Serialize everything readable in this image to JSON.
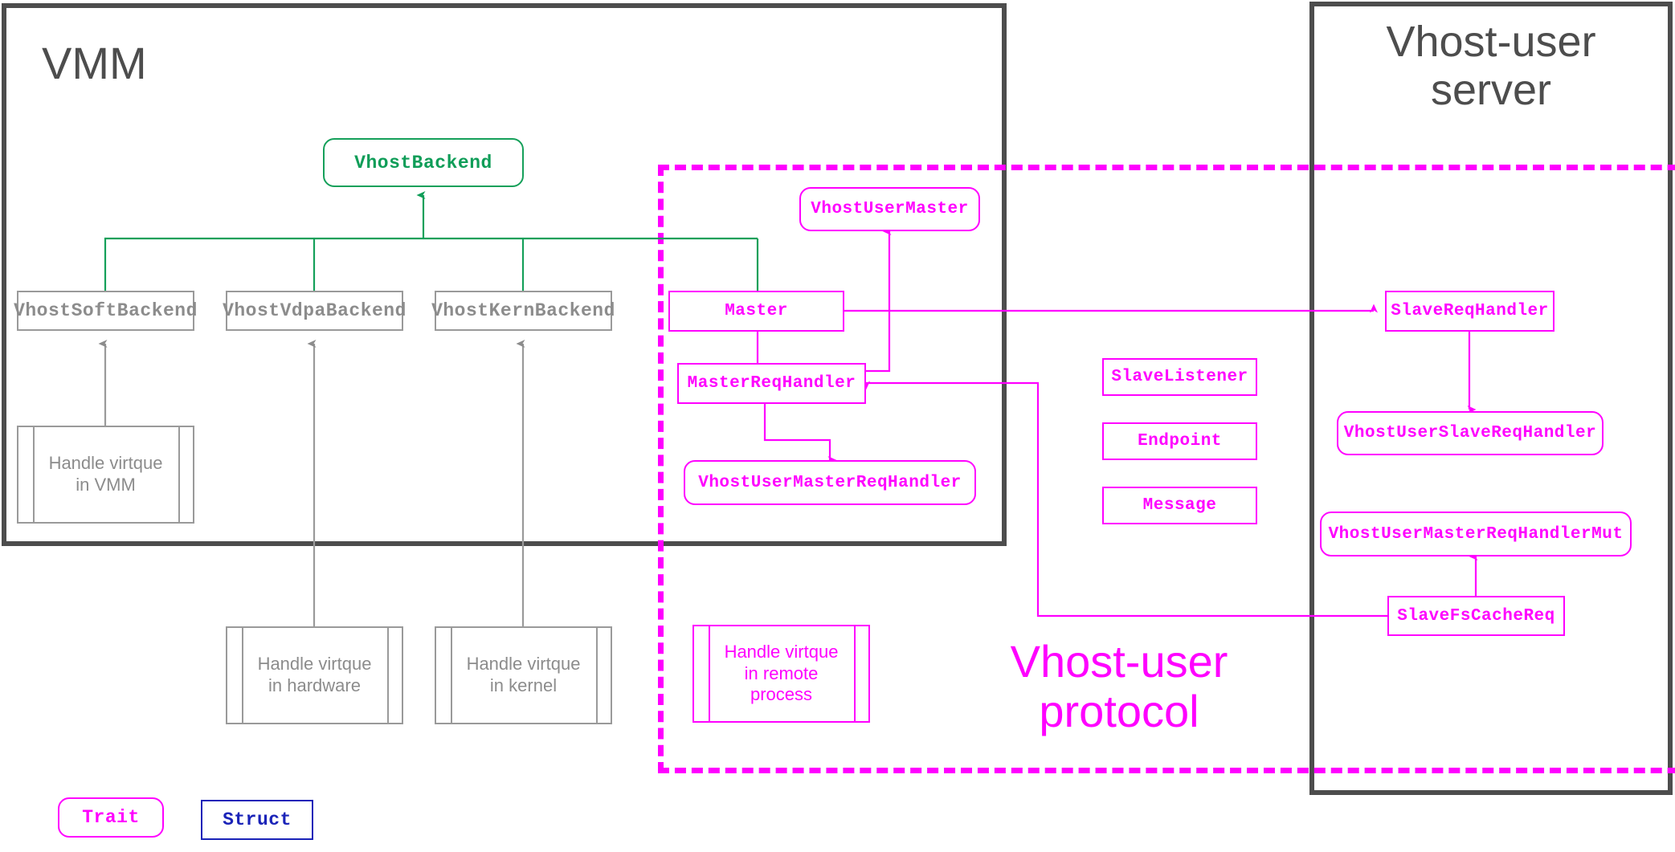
{
  "diagram": {
    "title": "vhost-user architecture (Trait / Struct relationships)",
    "colors": {
      "container_border": "#4d4d4d",
      "container_text": "#4d4d4d",
      "trait_magenta": "#ff00ff",
      "trait_green": "#0f9d58",
      "struct_gray": "#8c8c8c",
      "struct_blue": "#1a23b8",
      "background": "#ffffff"
    }
  },
  "containers": {
    "vmm": {
      "label": "VMM"
    },
    "server": {
      "label": "Vhost-user\nserver"
    }
  },
  "protocol_region": {
    "label": "Vhost-user\nprotocol",
    "style": "dashed"
  },
  "nodes": {
    "vhost_backend": {
      "label": "VhostBackend",
      "kind": "trait",
      "color": "green"
    },
    "vhost_soft_backend": {
      "label": "VhostSoftBackend",
      "kind": "struct",
      "color": "gray"
    },
    "vhost_vdpa_backend": {
      "label": "VhostVdpaBackend",
      "kind": "struct",
      "color": "gray"
    },
    "vhost_kern_backend": {
      "label": "VhostKernBackend",
      "kind": "struct",
      "color": "gray"
    },
    "vhost_user_master": {
      "label": "VhostUserMaster",
      "kind": "trait",
      "color": "magenta"
    },
    "master": {
      "label": "Master",
      "kind": "struct",
      "color": "magenta"
    },
    "master_req_handler": {
      "label": "MasterReqHandler",
      "kind": "struct",
      "color": "magenta"
    },
    "vhost_user_master_req_handler": {
      "label": "VhostUserMasterReqHandler",
      "kind": "trait",
      "color": "magenta"
    },
    "slave_listener": {
      "label": "SlaveListener",
      "kind": "struct",
      "color": "magenta"
    },
    "endpoint": {
      "label": "Endpoint",
      "kind": "struct",
      "color": "magenta"
    },
    "message": {
      "label": "Message",
      "kind": "struct",
      "color": "magenta"
    },
    "slave_req_handler": {
      "label": "SlaveReqHandler",
      "kind": "struct",
      "color": "magenta"
    },
    "vhost_user_slave_req_handler": {
      "label": "VhostUserSlaveReqHandler",
      "kind": "trait",
      "color": "magenta"
    },
    "vhost_user_master_req_handler_mut": {
      "label": "VhostUserMasterReqHandlerMut",
      "kind": "trait",
      "color": "magenta"
    },
    "slave_fs_cache_req": {
      "label": "SlaveFsCacheReq",
      "kind": "struct",
      "color": "magenta"
    }
  },
  "process_nodes": {
    "handle_vmm": {
      "label": "Handle virtque\nin VMM",
      "color": "gray"
    },
    "handle_hardware": {
      "label": "Handle virtque\nin hardware",
      "color": "gray"
    },
    "handle_kernel": {
      "label": "Handle virtque\nin kernel",
      "color": "gray"
    },
    "handle_remote": {
      "label": "Handle virtque\nin remote\nprocess",
      "color": "magenta"
    }
  },
  "legend": {
    "trait": {
      "label": "Trait",
      "shape": "rounded",
      "color": "#ff00ff"
    },
    "struct": {
      "label": "Struct",
      "shape": "rectangle",
      "color": "#1a23b8"
    }
  },
  "edges": [
    {
      "from": "vhost_soft_backend",
      "to": "vhost_backend",
      "style": "implements"
    },
    {
      "from": "vhost_vdpa_backend",
      "to": "vhost_backend",
      "style": "implements"
    },
    {
      "from": "vhost_kern_backend",
      "to": "vhost_backend",
      "style": "implements"
    },
    {
      "from": "master",
      "to": "vhost_backend",
      "style": "implements"
    },
    {
      "from": "handle_vmm",
      "to": "vhost_soft_backend",
      "style": "handles"
    },
    {
      "from": "handle_hardware",
      "to": "vhost_vdpa_backend",
      "style": "handles"
    },
    {
      "from": "handle_kernel",
      "to": "vhost_kern_backend",
      "style": "handles"
    },
    {
      "from": "master",
      "to": "vhost_user_master",
      "style": "implements"
    },
    {
      "from": "master",
      "to": "slave_req_handler",
      "style": "communicates"
    },
    {
      "from": "master_req_handler",
      "to": "vhost_user_master_req_handler",
      "style": "uses"
    },
    {
      "from": "slave_req_handler",
      "to": "vhost_user_slave_req_handler",
      "style": "uses"
    },
    {
      "from": "slave_fs_cache_req",
      "to": "vhost_user_master_req_handler_mut",
      "style": "implements"
    },
    {
      "from": "slave_fs_cache_req",
      "to": "master_req_handler",
      "style": "communicates"
    }
  ]
}
